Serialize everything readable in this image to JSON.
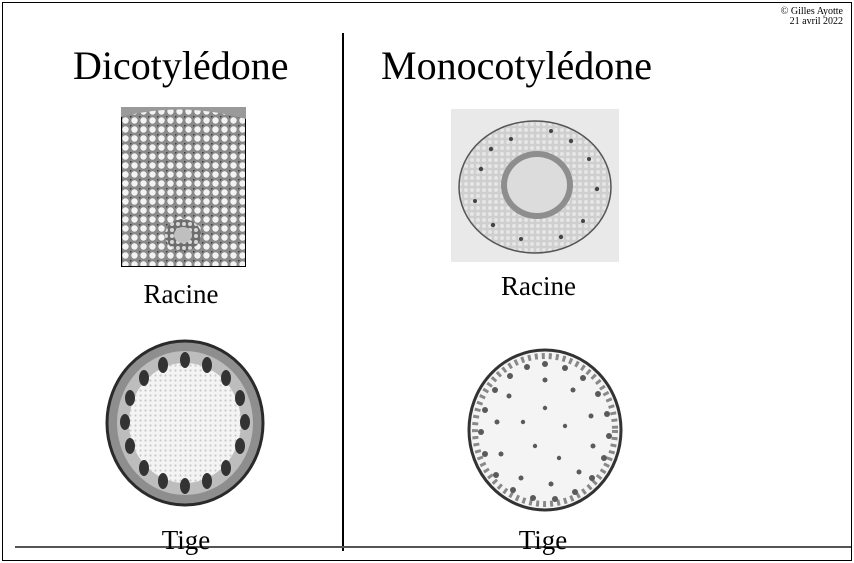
{
  "copyright": {
    "line1": "© Gilles Ayotte",
    "line2": "21 avril  2022"
  },
  "left_column": {
    "heading": "Dicotylédone",
    "root_caption": "Racine",
    "stem_caption": "Tige"
  },
  "right_column": {
    "heading": "Monocotylédone",
    "root_caption": "Racine",
    "stem_caption": "Tige"
  }
}
